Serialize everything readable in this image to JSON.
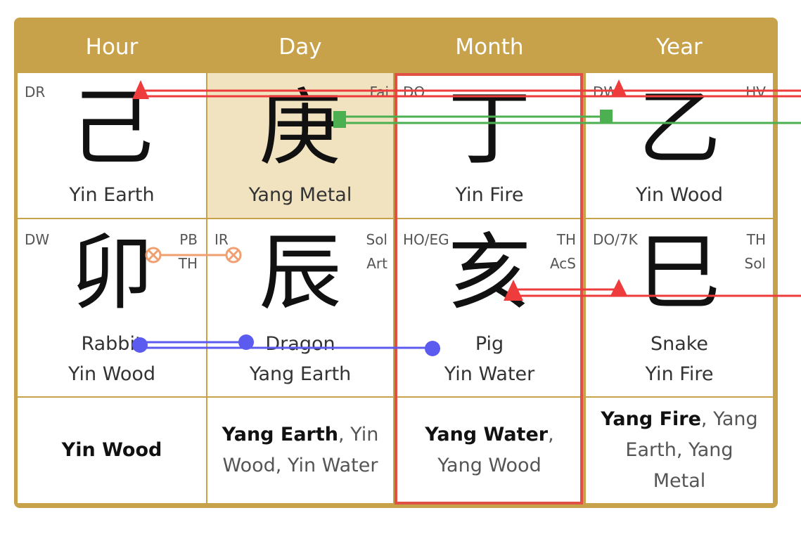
{
  "columns": [
    "Hour",
    "Day",
    "Month",
    "Year"
  ],
  "stems": [
    {
      "char": "己",
      "label": "Yin Earth",
      "tl": "DR",
      "tr": ""
    },
    {
      "char": "庚",
      "label": "Yang Metal",
      "tl": "",
      "tr": "Fai"
    },
    {
      "char": "丁",
      "label": "Yin Fire",
      "tl": "DO",
      "tr": ""
    },
    {
      "char": "乙",
      "label": "Yin Wood",
      "tl": "DW",
      "tr": "HV"
    }
  ],
  "branches": [
    {
      "char": "卯",
      "animal": "Rabbit",
      "element": "Yin Wood",
      "tl": "DW",
      "tr1": "PB",
      "tr2": "TH"
    },
    {
      "char": "辰",
      "animal": "Dragon",
      "element": "Yang Earth",
      "tl": "IR",
      "tr1": "Sol",
      "tr2": "Art"
    },
    {
      "char": "亥",
      "animal": "Pig",
      "element": "Yin Water",
      "tl": "HO/EG",
      "tr1": "TH",
      "tr2": "AcS"
    },
    {
      "char": "巳",
      "animal": "Snake",
      "element": "Yin Fire",
      "tl": "DO/7K",
      "tr1": "TH",
      "tr2": "Sol"
    }
  ],
  "hidden": [
    {
      "main": "Yin Wood",
      "rest1": "",
      "rest2": ""
    },
    {
      "main": "Yang Earth",
      "rest1": ", Yin",
      "rest2": "Wood, Yin Water"
    },
    {
      "main": "Yang Water",
      "rest1": ",",
      "rest2": "Yang Wood"
    },
    {
      "main": "Yang Fire",
      "rest1": ", Yang",
      "rest2": "Earth, Yang Metal"
    }
  ],
  "colors": {
    "frame": "#c8a24b",
    "day_highlight": "#f2e3c0",
    "selection_border": "#e05044",
    "clash_line": "#ee3b3b",
    "combine_line": "#4caf50",
    "harm_line": "#f0a070",
    "triangle_line": "#5b5bf0"
  }
}
